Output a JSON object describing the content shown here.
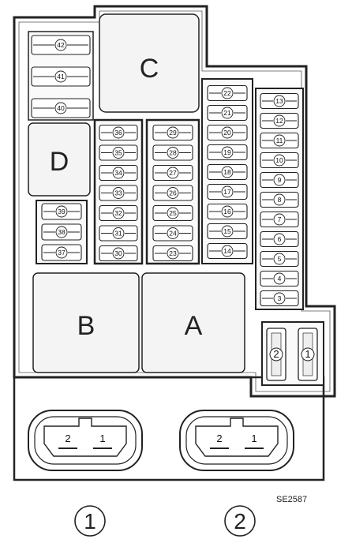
{
  "relays": {
    "A": "A",
    "B": "B",
    "C": "C",
    "D": "D"
  },
  "fuse_groups": {
    "top_stack": [
      "42",
      "41",
      "40"
    ],
    "small_left": [
      "39",
      "38",
      "37"
    ],
    "col_30_36": [
      "36",
      "35",
      "34",
      "33",
      "32",
      "31",
      "30"
    ],
    "col_23_29": [
      "29",
      "28",
      "27",
      "26",
      "25",
      "24",
      "23"
    ],
    "col_14_22": [
      "22",
      "21",
      "20",
      "19",
      "18",
      "17",
      "16",
      "15",
      "14"
    ],
    "col_3_13": [
      "13",
      "12",
      "11",
      "10",
      "9",
      "8",
      "7",
      "6",
      "5",
      "4",
      "3"
    ],
    "large_fuses": [
      "2",
      "1"
    ]
  },
  "connectors": [
    {
      "pins": [
        "2",
        "1"
      ]
    },
    {
      "pins": [
        "2",
        "1"
      ]
    }
  ],
  "callouts": [
    "1",
    "2"
  ],
  "reference_code": "SE2587"
}
